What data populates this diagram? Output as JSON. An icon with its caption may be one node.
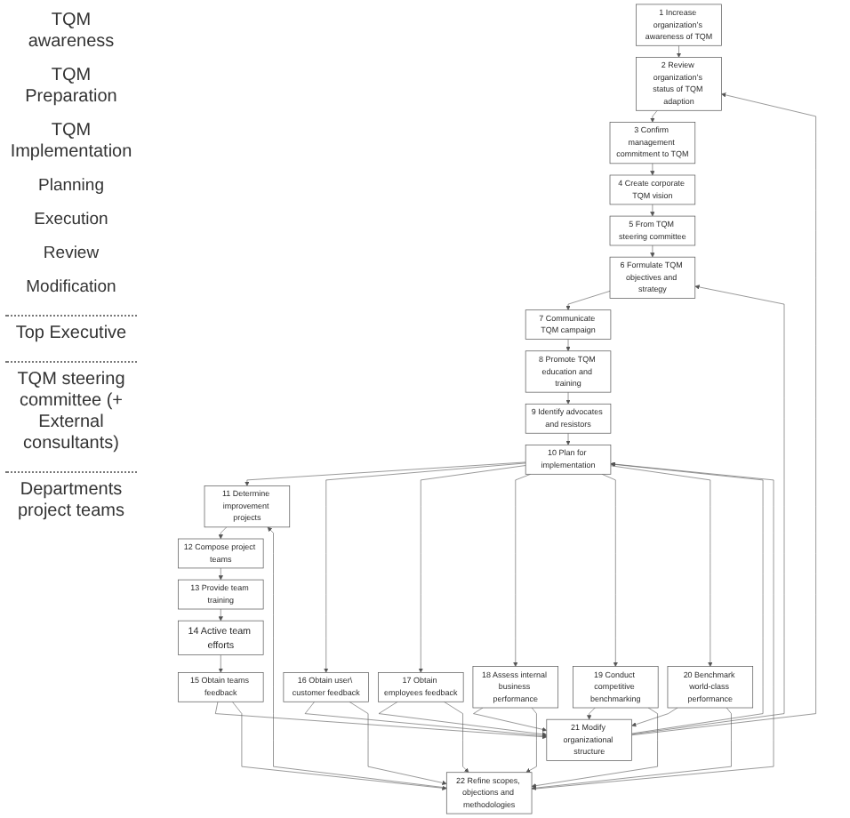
{
  "diagram": {
    "nodes": [
      {
        "text": [
          "1 Increase organization’s awareness of TQM"
        ]
      },
      {
        "text": [
          "2 Review organization’s status of TQM adaption"
        ]
      },
      {
        "text": [
          "3 Confirm management commitment to TQM"
        ]
      },
      {
        "text": [
          "4 Create corporate TQM vision"
        ]
      },
      {
        "text": [
          "5 From TQM steering committee"
        ]
      },
      {
        "text": [
          "6 Formulate TQM objectives and strategy"
        ]
      },
      {
        "text": [
          "7 Communicate TQM campaign"
        ]
      },
      {
        "text": [
          "8 Promote TQM education and training"
        ]
      },
      {
        "text": [
          "9 Identify advocates and resistors"
        ]
      },
      {
        "text": [
          "10 Plan for implementation"
        ]
      },
      {
        "text": [
          "11 Determine improvement projects"
        ]
      },
      {
        "text": [
          "12 Compose project teams"
        ]
      },
      {
        "text": [
          "13 Provide team training"
        ]
      },
      {
        "text": [
          "14 Active team efforts"
        ]
      },
      {
        "text": [
          "15 Obtain teams feedback"
        ]
      },
      {
        "text": [
          "16 Obtain user\\ customer feedback"
        ]
      },
      {
        "text": [
          "17 Obtain employees feedback"
        ]
      },
      {
        "text": [
          "18 Assess internal business performance"
        ]
      },
      {
        "text": [
          "19 Conduct competitive benchmarking"
        ]
      },
      {
        "text": [
          "20 Benchmark world-class performance"
        ]
      },
      {
        "text": [
          "21 Modify organizational structure"
        ]
      },
      {
        "text": [
          "22 Refine scopes, objections and methodologies"
        ]
      }
    ],
    "edges": [
      {
        "from": 0,
        "to": 1,
        "arrow": "to"
      },
      {
        "from": 1,
        "to": 2,
        "arrow": "to"
      },
      {
        "from": 2,
        "to": 3,
        "arrow": "to"
      },
      {
        "from": 3,
        "to": 4,
        "arrow": "to"
      },
      {
        "from": 4,
        "to": 5,
        "arrow": "to"
      },
      {
        "from": 5,
        "to": 6,
        "arrow": "to"
      },
      {
        "from": 6,
        "to": 7,
        "arrow": "to"
      },
      {
        "from": 7,
        "to": 8,
        "arrow": "to"
      },
      {
        "from": 8,
        "to": 9,
        "arrow": "to"
      },
      {
        "from": 9,
        "to": 10,
        "arrow": "to"
      },
      {
        "from": 10,
        "to": 11,
        "arrow": "to"
      },
      {
        "from": 11,
        "to": 12,
        "arrow": "to"
      },
      {
        "from": 12,
        "to": 13,
        "arrow": "to"
      },
      {
        "from": 13,
        "to": 14,
        "arrow": "to"
      },
      {
        "from": 9,
        "to": 15,
        "arrow": "to"
      },
      {
        "from": 9,
        "to": 16,
        "arrow": "to"
      },
      {
        "from": 9,
        "to": 17,
        "arrow": "to"
      },
      {
        "from": 9,
        "to": 18,
        "arrow": "to"
      },
      {
        "from": 9,
        "to": 19,
        "arrow": "to"
      },
      {
        "from": 15,
        "to": 20,
        "arrow": "to"
      },
      {
        "from": 15,
        "to": 21,
        "arrow": "to"
      },
      {
        "from": 16,
        "to": 20,
        "arrow": "to"
      },
      {
        "from": 16,
        "to": 21,
        "arrow": "to"
      },
      {
        "from": 17,
        "to": 20,
        "arrow": "to"
      },
      {
        "from": 17,
        "to": 21,
        "arrow": "to"
      },
      {
        "from": 18,
        "to": 20,
        "arrow": "to"
      },
      {
        "from": 18,
        "to": 21,
        "arrow": "to"
      },
      {
        "from": 19,
        "to": 20,
        "arrow": "to"
      },
      {
        "from": 19,
        "to": 21,
        "arrow": "to"
      },
      {
        "from": 14,
        "to": 20,
        "arrow": "to"
      },
      {
        "from": 14,
        "to": 21,
        "arrow": "to"
      },
      {
        "from": 20,
        "to": 1,
        "arrow": "to"
      },
      {
        "from": 20,
        "to": 9,
        "arrow": "to"
      },
      {
        "from": 20,
        "to": 5,
        "arrow": "to"
      },
      {
        "from": 21,
        "to": 9,
        "arrow": "to"
      },
      {
        "from": 21,
        "to": 10,
        "arrow": "to"
      }
    ],
    "labels": [
      "TQM awareness",
      "TQM Preparation",
      "TQM Implementation",
      "Planning",
      "Execution",
      "Review",
      "Modification",
      "Top Executive",
      "TQM steering committee (+ External consultants)",
      "Departments project teams"
    ]
  }
}
